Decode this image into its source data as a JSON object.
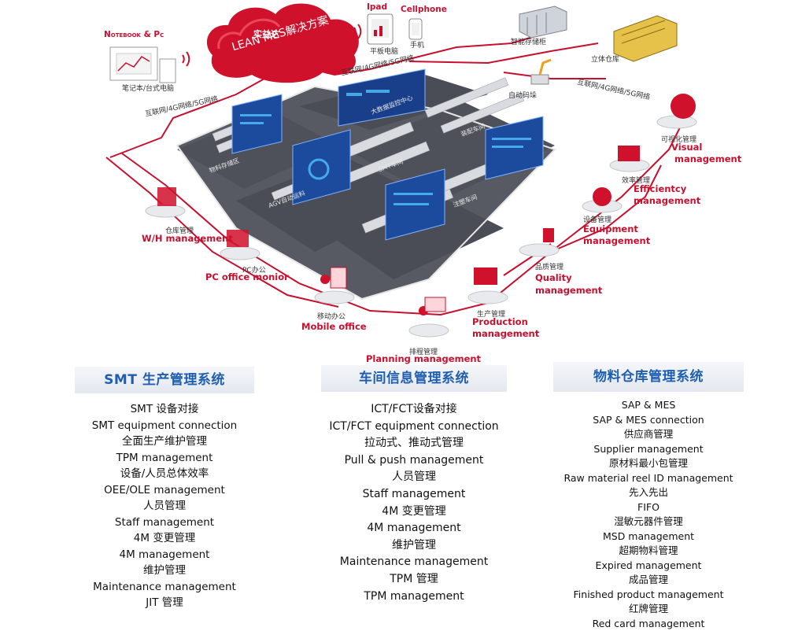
{
  "cloud": {
    "line1": "实益达",
    "line2": "LEAN MES解决方案"
  },
  "devices": {
    "notebook": {
      "en": "Notebook & Pc",
      "cn": "笔记本/台式电脑"
    },
    "ipad": {
      "en": "Ipad",
      "cn": "平板电脑"
    },
    "cellphone": {
      "en": "Cellphone",
      "cn": "手机"
    },
    "smart_cabinet": {
      "cn": "智能存储柜"
    },
    "warehouse_3d": {
      "cn": "立体仓库"
    },
    "auto_pack": {
      "cn": "自动码垛"
    }
  },
  "network_labels": {
    "left": "互联网/4G网络/5G网络",
    "center": "互联网/4G网络/5G网络",
    "right": "互联网/4G网络/5G网络"
  },
  "hall_labels": {
    "big_screen": "大数据监控中心",
    "smt": "SMT车间",
    "assembly": "装配车间",
    "injection": "注塑车间",
    "material": "物料存储区",
    "agv": "AGV自动运料"
  },
  "modules": {
    "wh": {
      "cn": "仓库管理",
      "en": "W/H  management"
    },
    "pc_office": {
      "cn": "PC办公",
      "en": "PC office monior"
    },
    "mobile": {
      "cn": "移动办公",
      "en": "Mobile office"
    },
    "planning": {
      "cn": "排程管理",
      "en": "Planning management"
    },
    "production": {
      "cn": "生产管理",
      "en1": "Production",
      "en2": "management"
    },
    "quality": {
      "cn": "品质管理",
      "en1": "Quality",
      "en2": "management"
    },
    "equipment": {
      "cn": "设备管理",
      "en1": "Equipment",
      "en2": "management"
    },
    "efficiency": {
      "cn": "效率管理",
      "en1": "Efficientcy",
      "en2": "management"
    },
    "visual": {
      "cn": "可视化管理",
      "en1": "Visual",
      "en2": "management"
    }
  },
  "sections": [
    {
      "title": "SMT 生产管理系统",
      "items": [
        "SMT 设备对接",
        "SMT equipment connection",
        "全面生产维护管理",
        "TPM management",
        "设备/人员总体效率",
        "OEE/OLE management",
        "人员管理",
        "Staff management",
        "4M 变更管理",
        "4M management",
        "维护管理",
        "Maintenance management",
        "JIT 管理"
      ]
    },
    {
      "title": "车间信息管理系统",
      "items": [
        "ICT/FCT设备对接",
        "ICT/FCT equipment connection",
        "拉动式、推动式管理",
        "Pull & push management",
        "人员管理",
        "Staff management",
        "4M 变更管理",
        "4M management",
        "维护管理",
        "Maintenance management",
        "TPM 管理",
        "TPM management"
      ]
    },
    {
      "title": "物料仓库管理系统",
      "items": [
        "SAP & MES",
        "SAP & MES connection",
        "供应商管理",
        "Supplier management",
        "原材料最小包管理",
        "Raw material reel ID management",
        "先入先出",
        "FIFO",
        "湿敏元器件管理",
        "MSD management",
        "超期物料管理",
        "Expired management",
        "成品管理",
        "Finished product management",
        "红牌管理",
        "Red card management"
      ]
    }
  ]
}
